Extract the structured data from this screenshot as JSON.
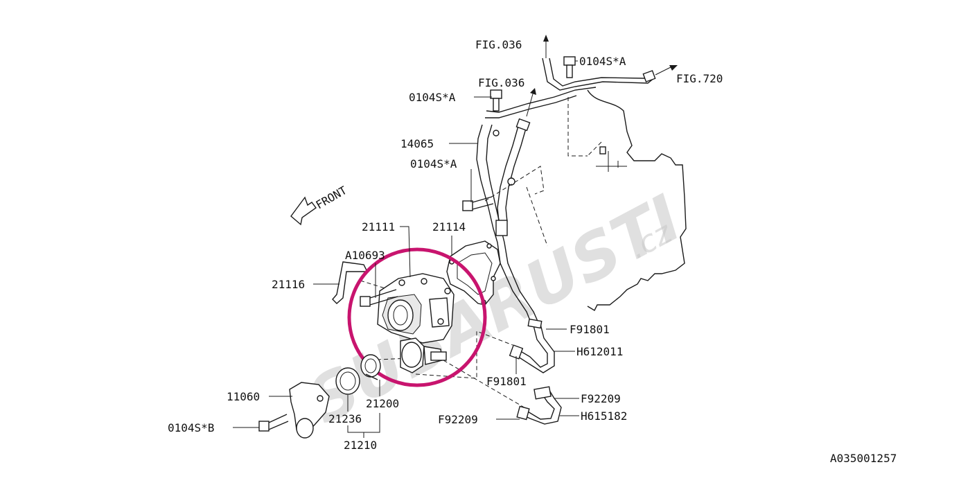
{
  "watermark": {
    "text": "SUBARUSTI",
    "suffix": ".cz"
  },
  "front_label": "FRONT",
  "diagram_id": "A035001257",
  "highlight_color": "#c8146e",
  "labels": {
    "fig036_top": "FIG.036",
    "bolt_top_right": "0104S*A",
    "fig720": "FIG.720",
    "fig036_mid": "FIG.036",
    "bolt_top_left": "0104S*A",
    "p14065": "14065",
    "bolt_mid": "0104S*A",
    "p21111": "21111",
    "p21114": "21114",
    "a10693": "A10693",
    "p21116": "21116",
    "f91801_a": "F91801",
    "h612011": "H612011",
    "f91801_b": "F91801",
    "f92209_a": "F92209",
    "f92209_b": "F92209",
    "h615182": "H615182",
    "p11060": "11060",
    "p21200": "21200",
    "p21236": "21236",
    "bolt_bottom": "0104S*B",
    "p21210": "21210"
  }
}
